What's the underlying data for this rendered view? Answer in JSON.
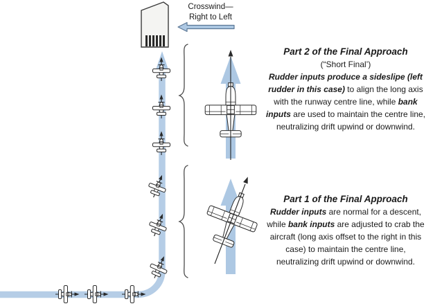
{
  "crosswind": {
    "line1": "Crosswind—",
    "line2": "Right to Left"
  },
  "part2": {
    "heading": "Part 2 of the Final Approach",
    "subheading": "(“Short Final’)",
    "body_segments": [
      {
        "style": "bold-italic",
        "text": "Rudder inputs produce a sideslipe (left rudder in this case)"
      },
      {
        "style": "plain",
        "text": " to align the long axis with the runway centre line, while "
      },
      {
        "style": "bold-italic",
        "text": "bank inputs"
      },
      {
        "style": "plain",
        "text": " are used to maintain the centre line, neutralizing drift upwind or downwind."
      }
    ]
  },
  "part1": {
    "heading": "Part 1 of the Final Approach",
    "body_segments": [
      {
        "style": "bold-italic",
        "text": "Rudder inputs"
      },
      {
        "style": "plain",
        "text": " are normal for a descent, while "
      },
      {
        "style": "bold-italic",
        "text": "bank inputs"
      },
      {
        "style": "plain",
        "text": " are adjusted to crab the aircraft (long axis offset to the right in this case) to maintain the centre line, neutralizing drift upwind or downwind."
      }
    ]
  },
  "icons": {
    "runway": "runway-icon",
    "crosswind_arrow": "left-arrow-icon",
    "airplane": "airplane-top-view-icon",
    "flight_path_arrowhead": "up-arrow-icon",
    "track_arrow": "up-arrow-icon",
    "heading_arrow": "thin-arrow-icon",
    "section_brace": "curly-brace-icon"
  },
  "colors": {
    "path_blue": "#b5cde6",
    "arrow_blue": "#adc8e3",
    "arrow_outline": "#5b7795",
    "ink": "#2a2a2a",
    "runway_fill": "#f4f4f2",
    "text_color": "#1a1a1a"
  }
}
